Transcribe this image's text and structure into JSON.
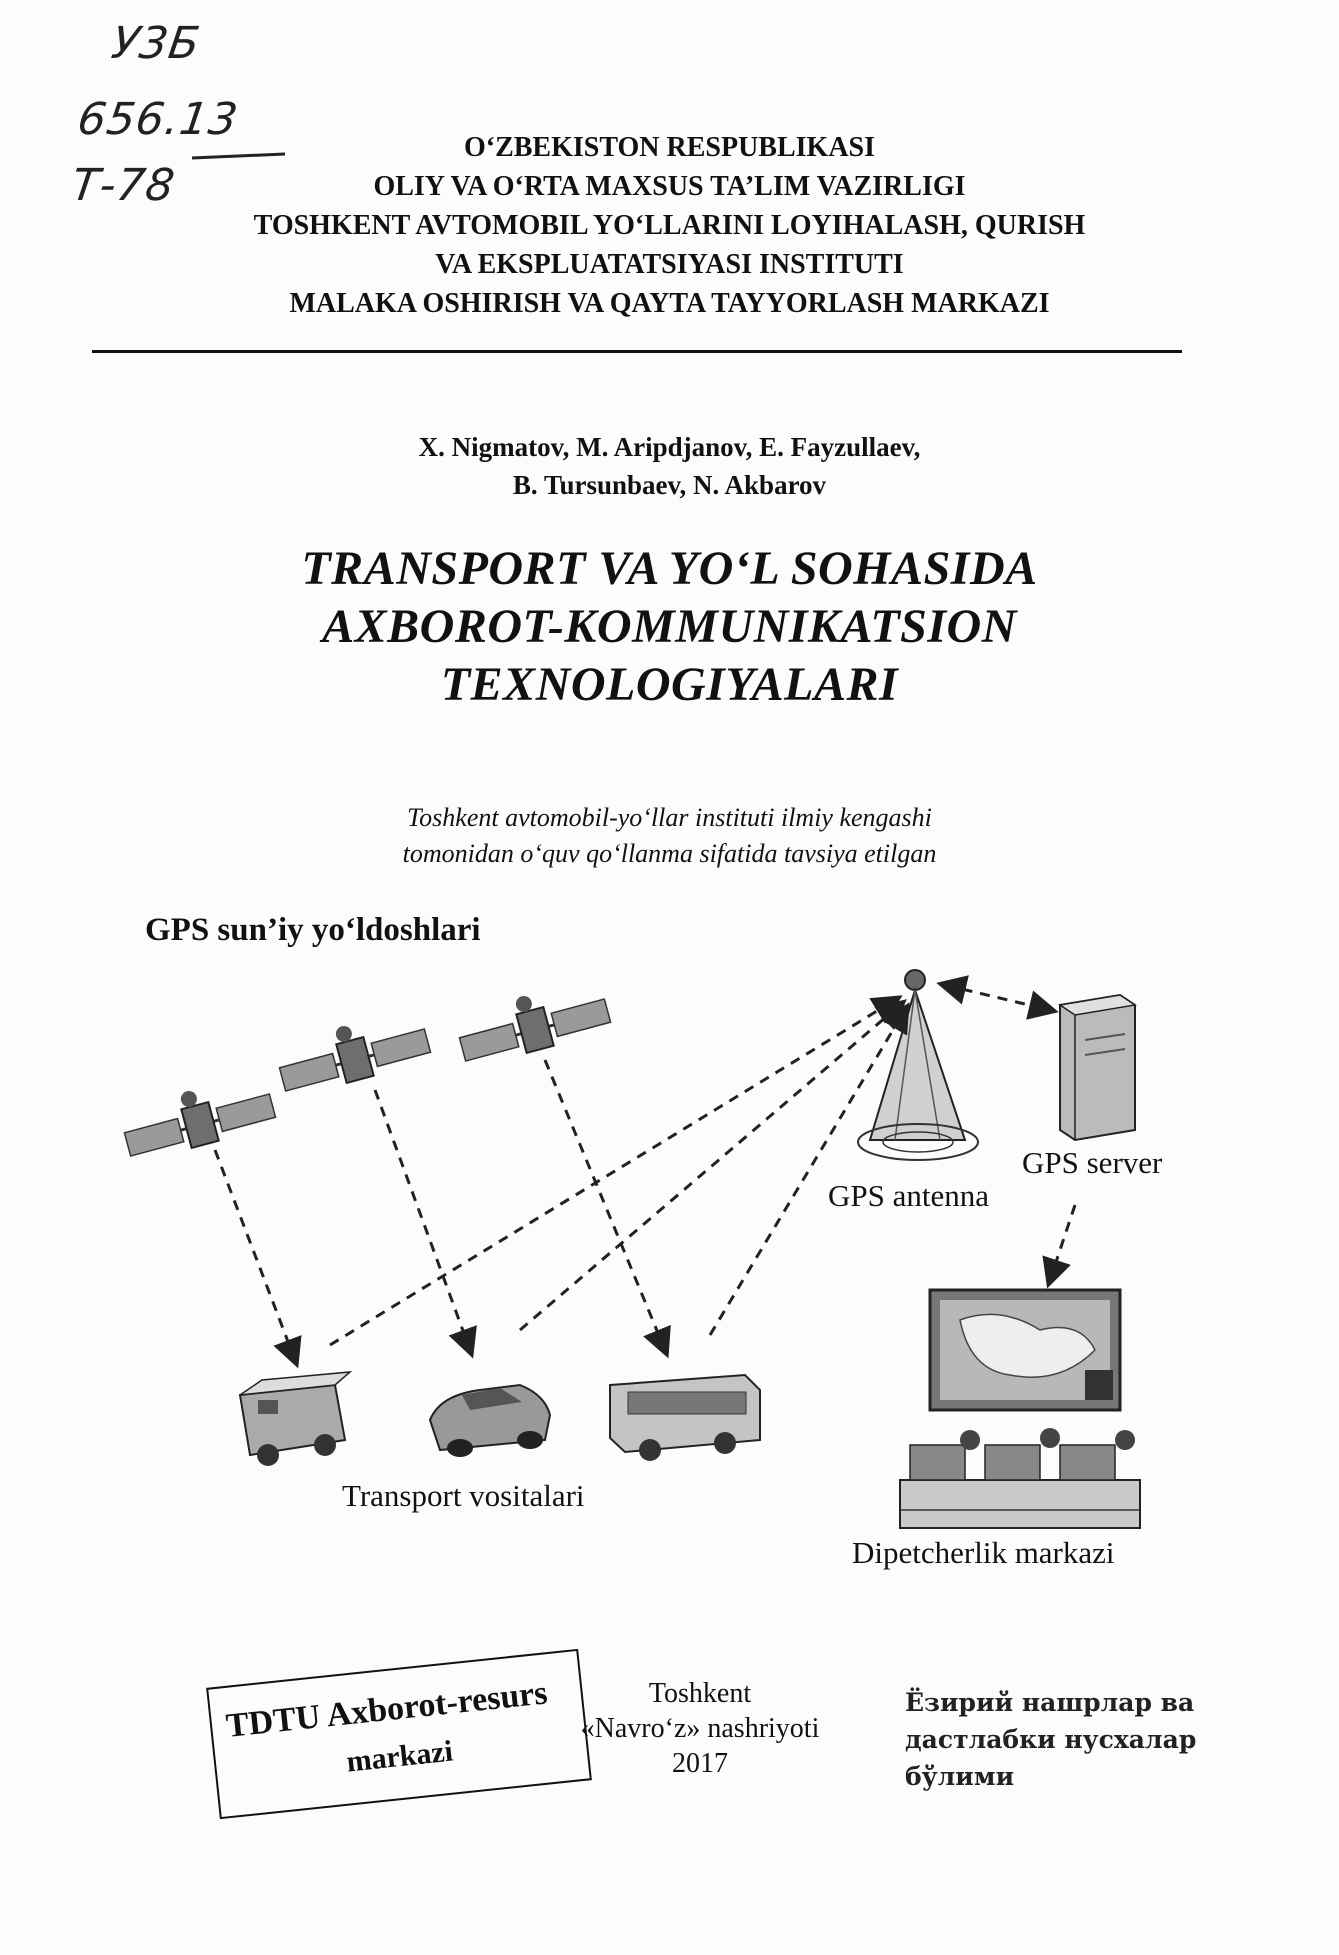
{
  "handwritten": {
    "line1": "У3Б",
    "line2": "656.13",
    "line3": "Т-78"
  },
  "institution": {
    "lines": [
      "O‘ZBEKISTON RESPUBLIKASI",
      "OLIY VA O‘RTA MAXSUS TA’LIM VAZIRLIGI",
      "TOSHKENT AVTOMOBIL YO‘LLARINI LOYIHALASH, QURISH",
      "VA EKSPLUATATSIYASI INSTITUTI",
      "MALAKA OSHIRISH VA QAYTA TAYYORLASH MARKAZI"
    ]
  },
  "authors": {
    "line1": "X. Nigmatov, M. Aripdjanov, E. Fayzullaev,",
    "line2": "B. Tursunbaev, N. Akbarov"
  },
  "title": {
    "line1": "TRANSPORT VA YO‘L SOHASIDA",
    "line2": "AXBOROT-KOMMUNIKATSION",
    "line3": "TEXNOLOGIYALARI"
  },
  "recommendation": {
    "line1": "Toshkent avtomobil-yo‘llar instituti ilmiy kengashi",
    "line2": "tomonidan o‘quv qo‘llanma sifatida tavsiya etilgan"
  },
  "diagram": {
    "satellites_label": "GPS sun’iy yo‘ldoshlari",
    "antenna_label": "GPS antenna",
    "server_label": "GPS server",
    "vehicles_label": "Transport vositalari",
    "dispatch_label": "Dipetcherlik markazi"
  },
  "publisher": {
    "city": "Toshkent",
    "house": "«Navro‘z» nashriyoti",
    "year": "2017"
  },
  "stamp": {
    "line1": "TDTU Axborot-resurs",
    "line2": "markazi"
  },
  "cyrillic_stamp": {
    "line1": "Ёзирий нашрлар ва",
    "line2": "дастлабки нусхалар",
    "line3": "бўлими"
  },
  "colors": {
    "ink": "#111111",
    "paper": "#fcfcfa",
    "gray": "#8a8a8a"
  }
}
